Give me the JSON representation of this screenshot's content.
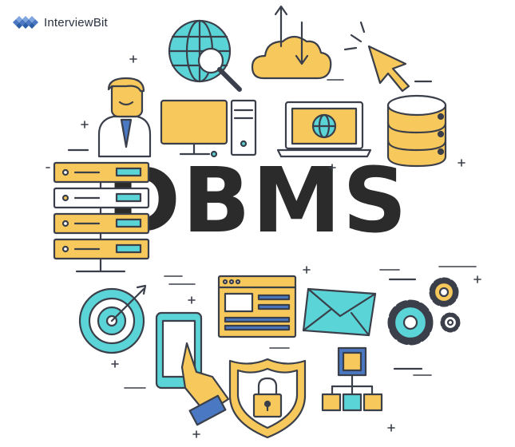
{
  "brand": {
    "name": "InterviewBit",
    "icon": "interviewbit-logo"
  },
  "title": "DBMS",
  "colors": {
    "outline": "#3a3f4a",
    "yellow": "#f7c85b",
    "cyan": "#5ad4d6",
    "blue": "#4a78c2",
    "text": "#2b2b2b"
  },
  "icons": [
    "globe-search-icon",
    "cloud-sync-icon",
    "cursor-icon",
    "businessman-icon",
    "desktop-computer-icon",
    "laptop-globe-icon",
    "database-icon",
    "server-rack-icon",
    "target-icon",
    "smartphone-tap-icon",
    "web-page-icon",
    "shield-lock-icon",
    "envelope-icon",
    "hierarchy-icon",
    "gears-icon"
  ]
}
